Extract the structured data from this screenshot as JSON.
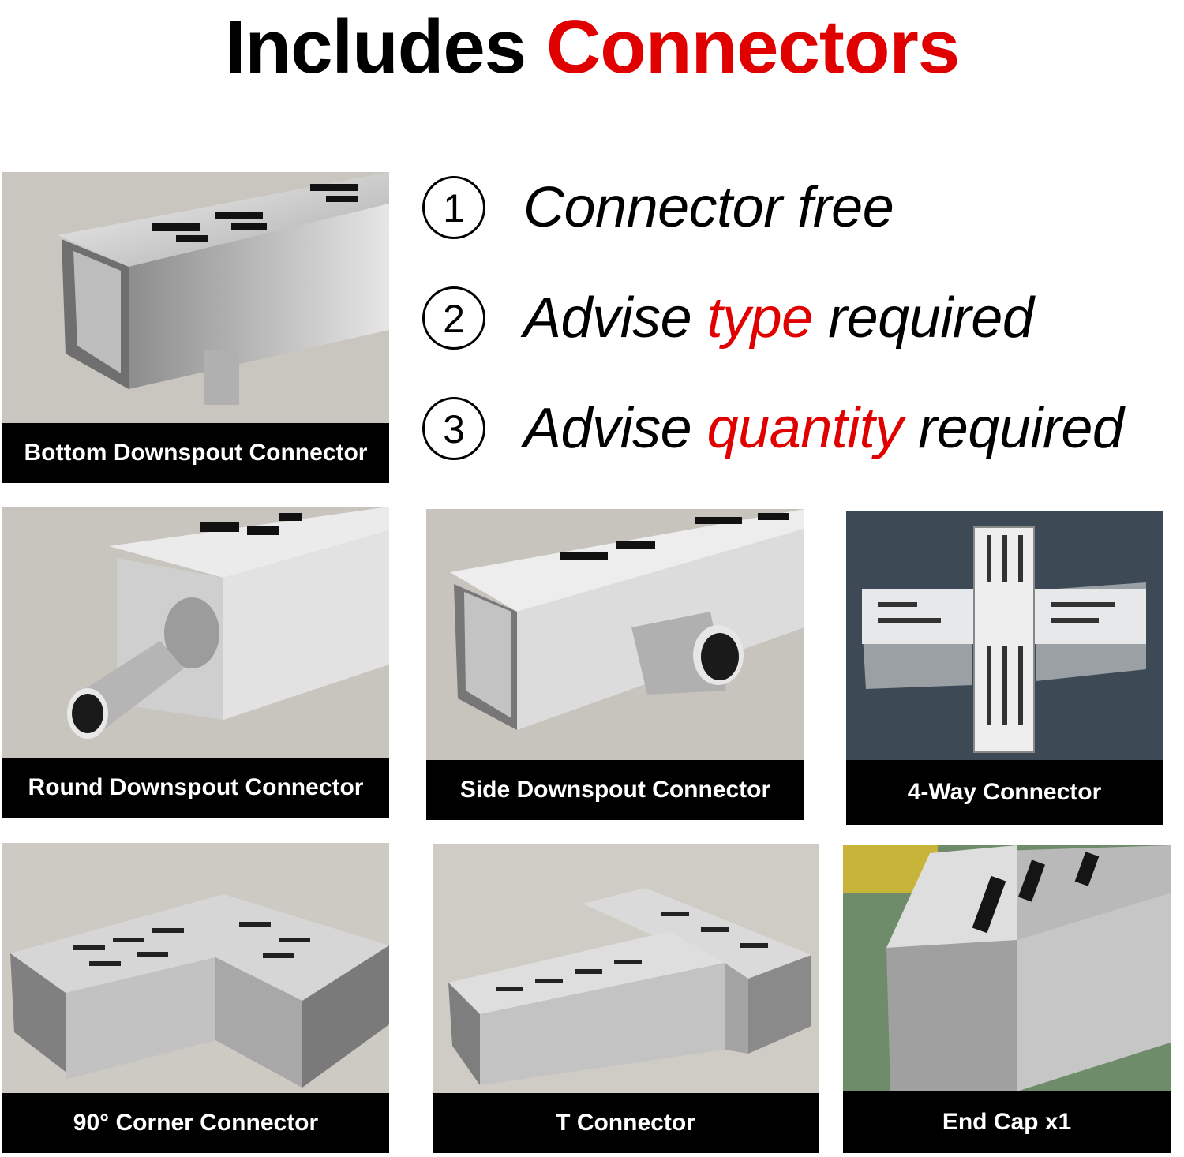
{
  "headline": {
    "part1": "Includes",
    "part2": "Connectors",
    "colors": {
      "part1": "#000000",
      "part2": "#e00000"
    }
  },
  "steps": [
    {
      "number": "1",
      "text_before": "Connector free",
      "highlight": "",
      "text_after": ""
    },
    {
      "number": "2",
      "text_before": "Advise ",
      "highlight": "type",
      "text_after": " required"
    },
    {
      "number": "3",
      "text_before": "Advise ",
      "highlight": "quantity",
      "text_after": " required"
    }
  ],
  "connectors": [
    {
      "label": "Bottom Downspout Connector",
      "icon": "bottom-downspout-connector-image"
    },
    {
      "label": "Round Downspout Connector",
      "icon": "round-downspout-connector-image"
    },
    {
      "label": "Side Downspout Connector",
      "icon": "side-downspout-connector-image"
    },
    {
      "label": "4-Way Connector",
      "icon": "four-way-connector-image"
    },
    {
      "label": "90° Corner Connector",
      "icon": "corner-connector-image"
    },
    {
      "label": "T Connector",
      "icon": "t-connector-image"
    },
    {
      "label": "End Cap x1",
      "icon": "end-cap-image"
    }
  ],
  "colors": {
    "accent": "#e00000",
    "caption_bg": "#000000",
    "caption_text": "#ffffff"
  }
}
